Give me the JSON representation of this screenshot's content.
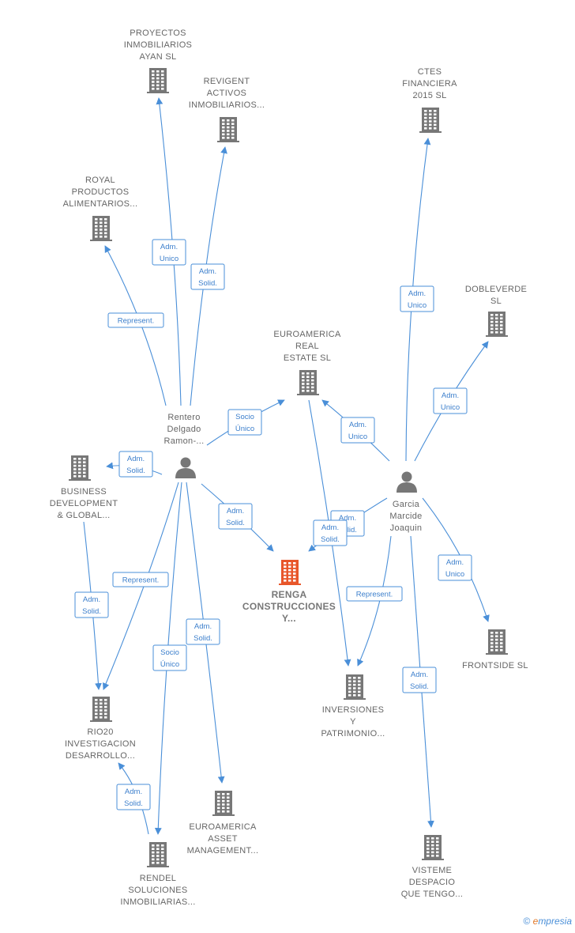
{
  "colors": {
    "company": "#777777",
    "focus_company": "#e8562a",
    "person": "#777777",
    "edge": "#4a8fd8",
    "label": "#666666"
  },
  "nodes": [
    {
      "id": "proyectos",
      "kind": "company",
      "lines": [
        "PROYECTOS",
        "INMOBILIARIOS",
        "AYAN SL"
      ]
    },
    {
      "id": "revigent",
      "kind": "company",
      "lines": [
        "REVIGENT",
        "ACTIVOS",
        "INMOBILIARIOS..."
      ]
    },
    {
      "id": "ctes",
      "kind": "company",
      "lines": [
        "CTES",
        "FINANCIERA",
        "2015  SL"
      ]
    },
    {
      "id": "royal",
      "kind": "company",
      "lines": [
        "ROYAL",
        "PRODUCTOS",
        "ALIMENTARIOS..."
      ]
    },
    {
      "id": "dobleverde",
      "kind": "company",
      "lines": [
        "DOBLEVERDE",
        "SL"
      ]
    },
    {
      "id": "euroamerica_re",
      "kind": "company",
      "lines": [
        "EUROAMERICA",
        "REAL",
        "ESTATE  SL"
      ]
    },
    {
      "id": "rentero",
      "kind": "person",
      "lines": [
        "Rentero",
        "Delgado",
        "Ramon-..."
      ]
    },
    {
      "id": "business",
      "kind": "company",
      "lines": [
        "BUSINESS",
        "DEVELOPMENT",
        "& GLOBAL..."
      ]
    },
    {
      "id": "garcia",
      "kind": "person",
      "lines": [
        "Garcia",
        "Marcide",
        "Joaquin"
      ]
    },
    {
      "id": "renga",
      "kind": "focus",
      "lines": [
        "RENGA",
        "CONSTRUCCIONES",
        "Y..."
      ]
    },
    {
      "id": "frontside",
      "kind": "company",
      "lines": [
        "FRONTSIDE  SL"
      ]
    },
    {
      "id": "inversiones",
      "kind": "company",
      "lines": [
        "INVERSIONES",
        "Y",
        "PATRIMONIO..."
      ]
    },
    {
      "id": "rio20",
      "kind": "company",
      "lines": [
        "RIO20",
        "INVESTIGACION",
        "DESARROLLO..."
      ]
    },
    {
      "id": "euroamerica_am",
      "kind": "company",
      "lines": [
        "EUROAMERICA",
        "ASSET",
        "MANAGEMENT..."
      ]
    },
    {
      "id": "rendel",
      "kind": "company",
      "lines": [
        "RENDEL",
        "SOLUCIONES",
        "INMOBILIARIAS..."
      ]
    },
    {
      "id": "visteme",
      "kind": "company",
      "lines": [
        "VISTEME",
        "DESPACIO",
        "QUE TENGO..."
      ]
    }
  ],
  "edges": [
    {
      "id": "e1",
      "from": "rentero",
      "to": "proyectos",
      "label": [
        "Adm.",
        "Unico"
      ]
    },
    {
      "id": "e2",
      "from": "rentero",
      "to": "revigent",
      "label": [
        "Adm.",
        "Solid."
      ]
    },
    {
      "id": "e3",
      "from": "rentero",
      "to": "royal",
      "label": [
        "Represent."
      ]
    },
    {
      "id": "e4",
      "from": "rentero",
      "to": "euroamerica_re",
      "label": [
        "Socio",
        "Único"
      ]
    },
    {
      "id": "e5",
      "from": "rentero",
      "to": "business",
      "label": [
        "Adm.",
        "Solid."
      ]
    },
    {
      "id": "e6",
      "from": "rentero",
      "to": "renga",
      "label": [
        "Adm.",
        "Solid."
      ]
    },
    {
      "id": "e7",
      "from": "rentero",
      "to": "rio20",
      "label": [
        "Represent."
      ]
    },
    {
      "id": "e8",
      "from": "rentero",
      "to": "euroamerica_am",
      "label": [
        "Adm.",
        "Solid."
      ]
    },
    {
      "id": "e9",
      "from": "rentero",
      "to": "rendel",
      "label": [
        "Socio",
        "Único"
      ]
    },
    {
      "id": "e10",
      "from": "business",
      "to": "rio20",
      "label": [
        "Adm.",
        "Solid."
      ]
    },
    {
      "id": "e11",
      "from": "rendel",
      "to": "rio20",
      "label": [
        "Adm.",
        "Solid."
      ]
    },
    {
      "id": "e12",
      "from": "garcia",
      "to": "ctes",
      "label": [
        "Adm.",
        "Unico"
      ]
    },
    {
      "id": "e13",
      "from": "garcia",
      "to": "dobleverde",
      "label": [
        "Adm.",
        "Unico"
      ]
    },
    {
      "id": "e14",
      "from": "garcia",
      "to": "euroamerica_re",
      "label": [
        "Adm.",
        "Unico"
      ]
    },
    {
      "id": "e15",
      "from": "garcia",
      "to": "renga",
      "label": [
        "Adm.",
        "Solid."
      ]
    },
    {
      "id": "e16",
      "from": "garcia",
      "to": "frontside",
      "label": [
        "Adm.",
        "Unico"
      ]
    },
    {
      "id": "e17",
      "from": "garcia",
      "to": "inversiones",
      "label": [
        "Represent."
      ]
    },
    {
      "id": "e18",
      "from": "garcia",
      "to": "visteme",
      "label": [
        "Adm.",
        "Solid."
      ]
    },
    {
      "id": "e19",
      "from": "euroamerica_re",
      "to": "inversiones",
      "label": [
        "Adm.",
        "Solid."
      ]
    }
  ],
  "footer": {
    "copyright": "©",
    "brand_initial": "e",
    "brand_rest": "mpresia"
  }
}
